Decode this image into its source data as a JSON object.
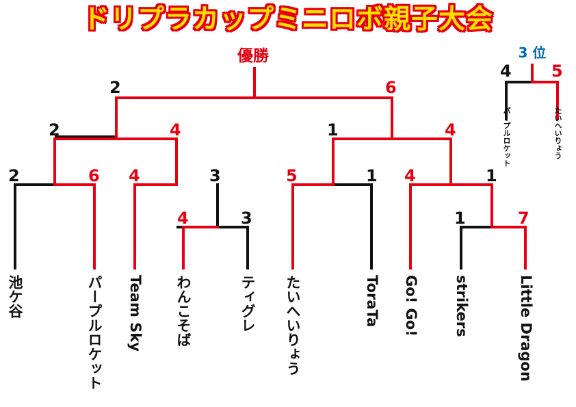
{
  "title": "ドリプラカップミニロボ親子大会",
  "champion_label": "優勝",
  "third_place_label": "3 位",
  "colors": {
    "winner": "#e60012",
    "loser": "#111111",
    "title_fill": "#ffe100",
    "title_outline": "#e60012",
    "third_label": "#0068b7"
  },
  "teams": [
    "池ケ谷",
    "パープルロケット",
    "Team Sky",
    "わんこそば",
    "ティグレ",
    "たいへいりょう",
    "ToraTa",
    "Go! Go!",
    "strikers",
    "Little Dragon"
  ],
  "scores": {
    "r1_ikegaya": "2",
    "r1_purple": "6",
    "r1_teamsky": "4",
    "r1_w2": "3",
    "r1_wanko": "4",
    "r1_tigre": "3",
    "r1_taihei": "5",
    "r1_torata": "1",
    "r1_gogo": "4",
    "r1_w3": "1",
    "r1_strikers": "1",
    "r1_little": "7",
    "qf_w1": "2",
    "qf_w2": "4",
    "qf_w3": "1",
    "qf_w4": "4",
    "sf_left": "2",
    "sf_right": "6",
    "third_left": "4",
    "third_right": "5"
  },
  "third_place_teams": [
    "パープルロケット",
    "たいへいりょう"
  ]
}
